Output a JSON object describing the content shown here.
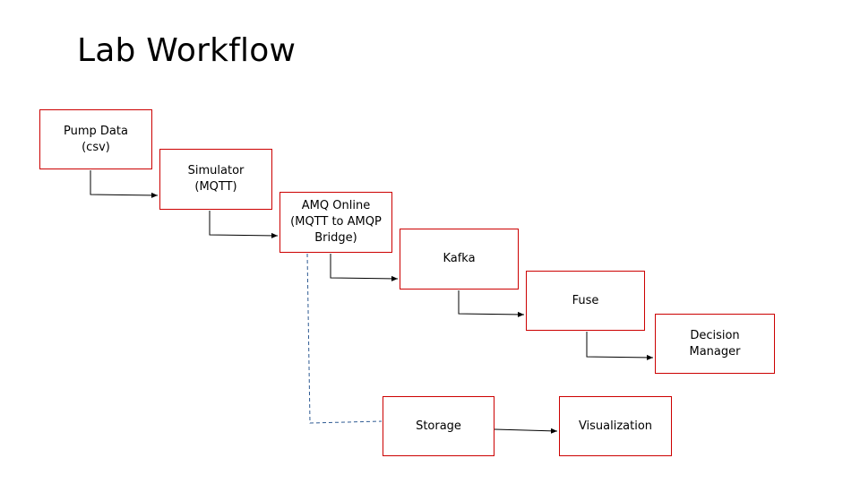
{
  "title": "Lab Workflow",
  "nodes": {
    "pump_data": "Pump Data\n(csv)",
    "simulator": "Simulator\n(MQTT)",
    "amq_online": "AMQ Online\n(MQTT to AMQP\nBridge)",
    "kafka": "Kafka",
    "fuse": "Fuse",
    "decision_manager": "Decision\nManager",
    "storage": "Storage",
    "visualization": "Visualization"
  },
  "colors": {
    "node_border": "#cc0000",
    "arrow": "#000000",
    "dashed_link": "#2f5b93"
  }
}
